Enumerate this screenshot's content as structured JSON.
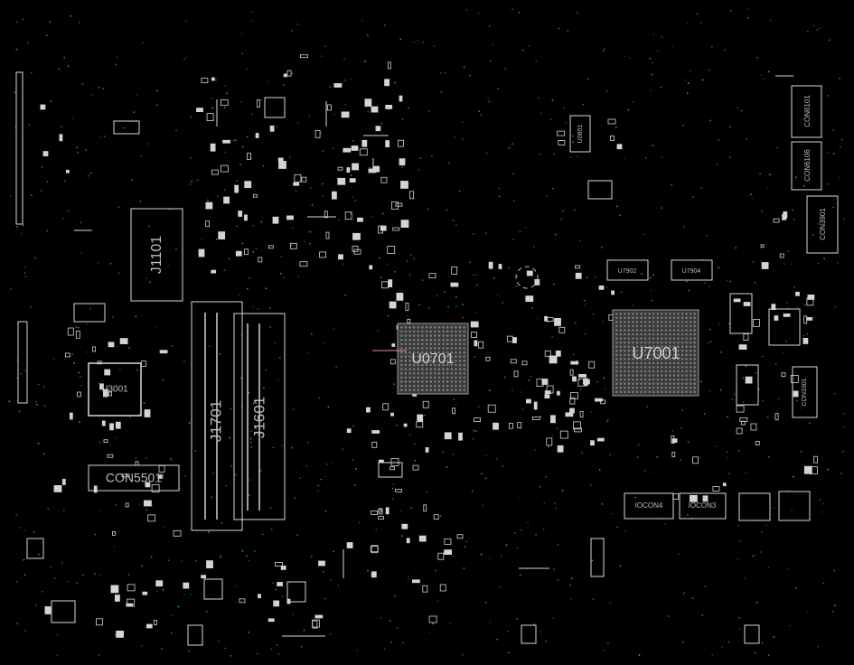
{
  "colors": {
    "background": "#000000",
    "outline": "#d9d9d9",
    "label": "#bdbdbd",
    "via": "#2fa9a3",
    "highlight": "#e28aa0"
  },
  "components": {
    "j1101": "J1101",
    "j1701": "J1701",
    "j1601": "J1601",
    "u3001": "U3001",
    "con5501": "CON5501",
    "u0701": "U0701",
    "u7001": "U7001",
    "u7902": "U7902",
    "u7904": "U7904",
    "u0801": "U0801",
    "con6101": "CON6101",
    "con6106": "CON6106",
    "con3901": "CON3901",
    "con3301": "CON3301",
    "iocon4": "IOCON4",
    "iocon3": "IOCON3"
  }
}
